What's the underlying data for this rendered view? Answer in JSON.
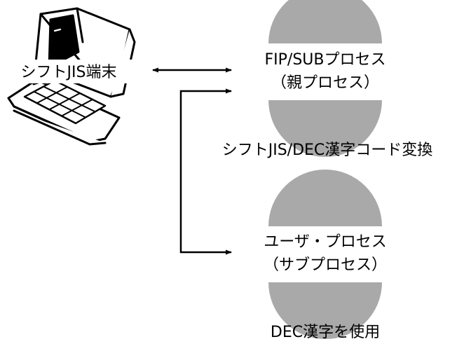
{
  "terminal": {
    "label": "シフトJIS端末"
  },
  "parent_process": {
    "line1": "FIP/SUBプロセス",
    "line2": "（親プロセス）",
    "caption": "シフトJIS/DEC漢字コード変換"
  },
  "user_process": {
    "line1": "ユーザ・プロセス",
    "line2": "（サブプロセス）",
    "caption": "DEC漢字を使用"
  },
  "colors": {
    "disc": "#a9a9a9",
    "line": "#000000",
    "background": "#ffffff"
  }
}
